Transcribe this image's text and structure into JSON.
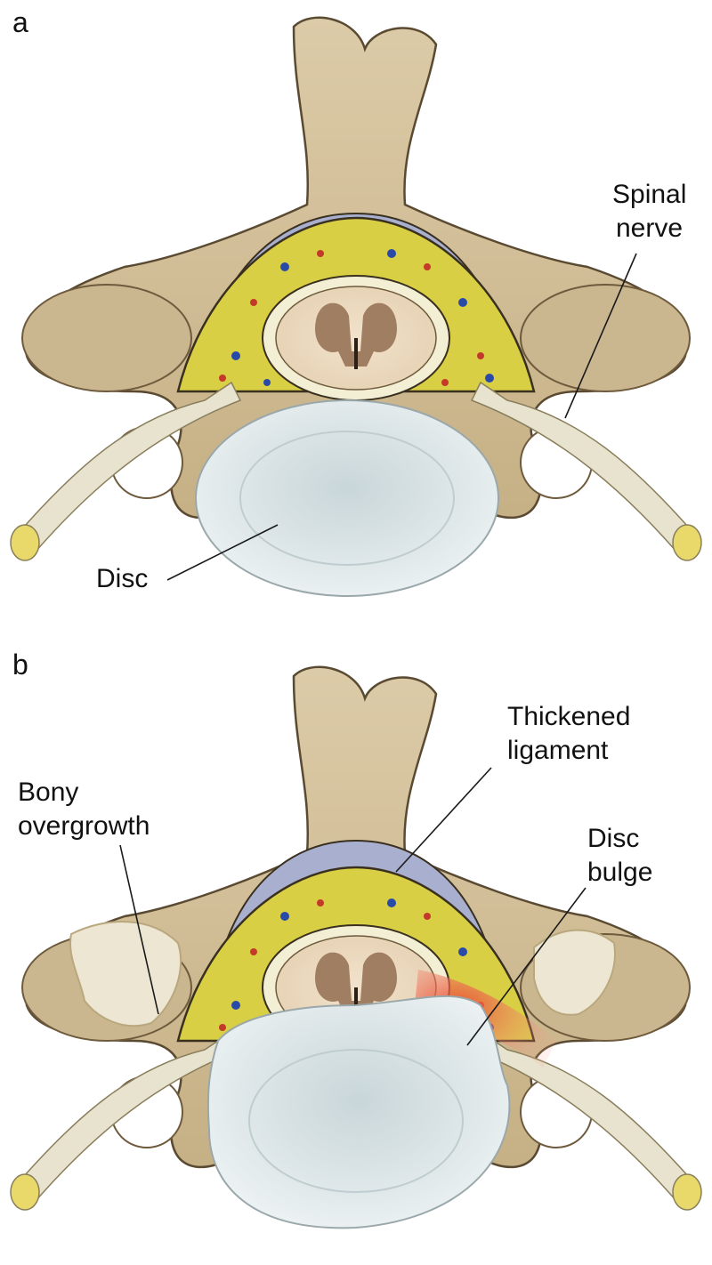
{
  "panels": [
    {
      "letter": "a",
      "labels": {
        "spinal_nerve": [
          "Spinal",
          "nerve"
        ],
        "disc": "Disc"
      }
    },
    {
      "letter": "b",
      "labels": {
        "thickened_ligament": [
          "Thickened",
          "ligament"
        ],
        "bony_overgrowth": [
          "Bony",
          "overgrowth"
        ],
        "disc_bulge": [
          "Disc",
          "bulge"
        ]
      }
    }
  ],
  "colors": {
    "bone": "#d2bf9a",
    "bone_dark": "#b59f76",
    "bone_outline": "#5a4a32",
    "ligament": "#a9b0cf",
    "fat": "#d8cf45",
    "dura": "#f3efd4",
    "cord_gray": "#a07e62",
    "disc": "#e3ebec",
    "nerve": "#e8e3cf",
    "inflammation": "#e8482d"
  }
}
